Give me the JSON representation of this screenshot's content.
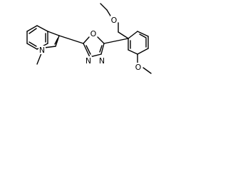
{
  "molecule": {
    "atoms": {
      "ring_oxygen": "O",
      "oxadiazole_n3": "N",
      "oxadiazole_n4": "N",
      "indole_n": "N",
      "methoxy_o_top": "O",
      "methoxy_o_bottom": "O"
    }
  }
}
